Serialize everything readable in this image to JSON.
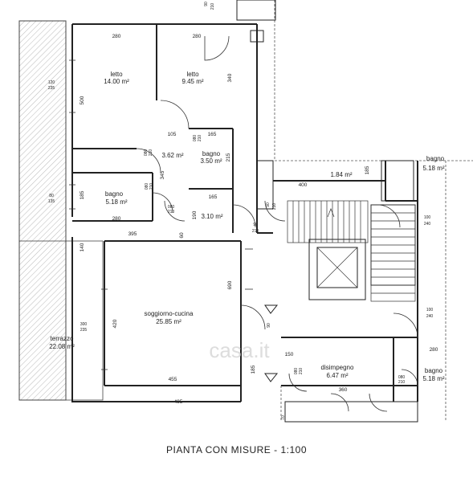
{
  "caption": "PIANTA CON MISURE - 1:100",
  "watermark": "casa.it",
  "rooms": {
    "letto1": {
      "name": "letto",
      "area": "14.00 m²"
    },
    "letto2": {
      "name": "letto",
      "area": "9.45 m²"
    },
    "corridoio1": {
      "area": "3.62 m²"
    },
    "bagno1": {
      "name": "bagno",
      "area": "3.50 m²"
    },
    "bagno2": {
      "name": "bagno",
      "area": "5.18 m²"
    },
    "corridoio2": {
      "area": "3.10 m²"
    },
    "soggiorno": {
      "name": "soggiorno-cucina",
      "area": "25.85 m²"
    },
    "terrazzo": {
      "name": "terrazzo",
      "area": "22.08 m²"
    },
    "vano": {
      "area": "1.84 m²"
    },
    "bagno3": {
      "name": "bagno",
      "area": "5.18 m²"
    },
    "disimpegno": {
      "name": "disimpegno",
      "area": "6.47 m²"
    },
    "bagno4": {
      "name": "bagno",
      "area": "5.18 m²"
    }
  },
  "dims": {
    "d280a": "280",
    "d280b": "280",
    "d280c": "280",
    "d280d": "280",
    "d500": "500",
    "d340": "340",
    "d105": "105",
    "d165a": "165",
    "d165b": "165",
    "d215": "215",
    "d345": "345",
    "d185a": "185",
    "d185b": "185",
    "d185c": "185",
    "d190": "190",
    "d60": "60",
    "d395": "395",
    "d140": "140",
    "d690": "690",
    "d420": "420",
    "d455": "455",
    "d495": "495",
    "d400": "400",
    "d150": "150",
    "d360": "360",
    "d90a": "90",
    "d90b": "90",
    "d90c": "90",
    "d90d": "90",
    "d70": "70",
    "d100a": "100",
    "d240a": "240",
    "d100b": "100",
    "d240b": "240",
    "d210a": "210",
    "d210b": "210",
    "d210c": "210"
  },
  "windows": {
    "w1": {
      "w": "120",
      "h": "235"
    },
    "w2": {
      "w": "80",
      "h": "135"
    },
    "w3": {
      "w": "300",
      "h": "235"
    }
  },
  "doors": {
    "door": "080",
    "door_h": "210"
  }
}
